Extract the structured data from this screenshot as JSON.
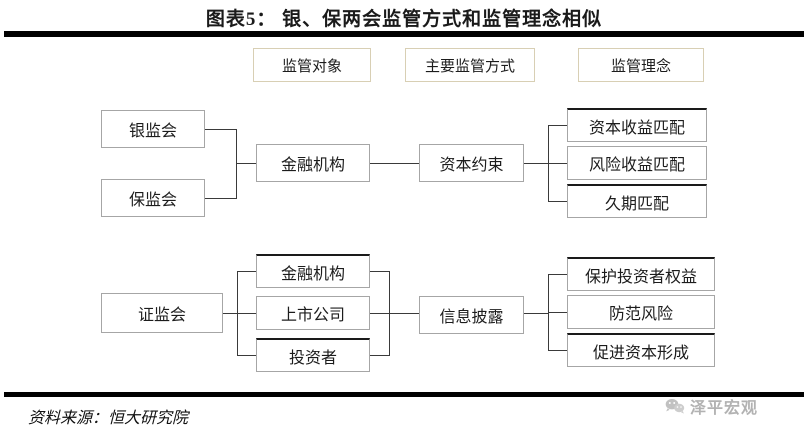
{
  "title": "图表5： 银、保两会监管方式和监管理念相似",
  "source_note": "资料来源：恒大研究院",
  "watermark": {
    "logo_icon": "wechat-logo-icon",
    "text": "泽平宏观"
  },
  "colors": {
    "rule": "#000000",
    "node_border": "#a6a6a6",
    "header_border": "#d8cfb4",
    "connector": "#3a3a3a",
    "text": "#1c1c1c",
    "background": "#ffffff"
  },
  "column_headers": [
    {
      "id": "supervision-target",
      "label": "监管对象"
    },
    {
      "id": "main-supervision-method",
      "label": "主要监管方式"
    },
    {
      "id": "supervision-concept",
      "label": "监管理念"
    }
  ],
  "diagram": {
    "rows": [
      {
        "id": "banking-insurance-row",
        "regulators": [
          {
            "id": "cbrc",
            "label": "银监会"
          },
          {
            "id": "circ",
            "label": "保监会"
          }
        ],
        "targets": [
          {
            "id": "financial-institutions",
            "label": "金融机构"
          }
        ],
        "methods": [
          {
            "id": "capital-constraint",
            "label": "资本约束"
          }
        ],
        "concepts": [
          {
            "id": "capital-return-match",
            "label": "资本收益匹配"
          },
          {
            "id": "risk-return-match",
            "label": "风险收益匹配"
          },
          {
            "id": "duration-match",
            "label": "久期匹配"
          }
        ]
      },
      {
        "id": "securities-row",
        "regulators": [
          {
            "id": "csrc",
            "label": "证监会"
          }
        ],
        "targets": [
          {
            "id": "financial-institutions-2",
            "label": "金融机构"
          },
          {
            "id": "listed-companies",
            "label": "上市公司"
          },
          {
            "id": "investors",
            "label": "投资者"
          }
        ],
        "methods": [
          {
            "id": "information-disclosure",
            "label": "信息披露"
          }
        ],
        "concepts": [
          {
            "id": "protect-investor-rights",
            "label": "保护投资者权益"
          },
          {
            "id": "prevent-risk",
            "label": "防范风险"
          },
          {
            "id": "promote-capital-formation",
            "label": "促进资本形成"
          }
        ]
      }
    ]
  }
}
